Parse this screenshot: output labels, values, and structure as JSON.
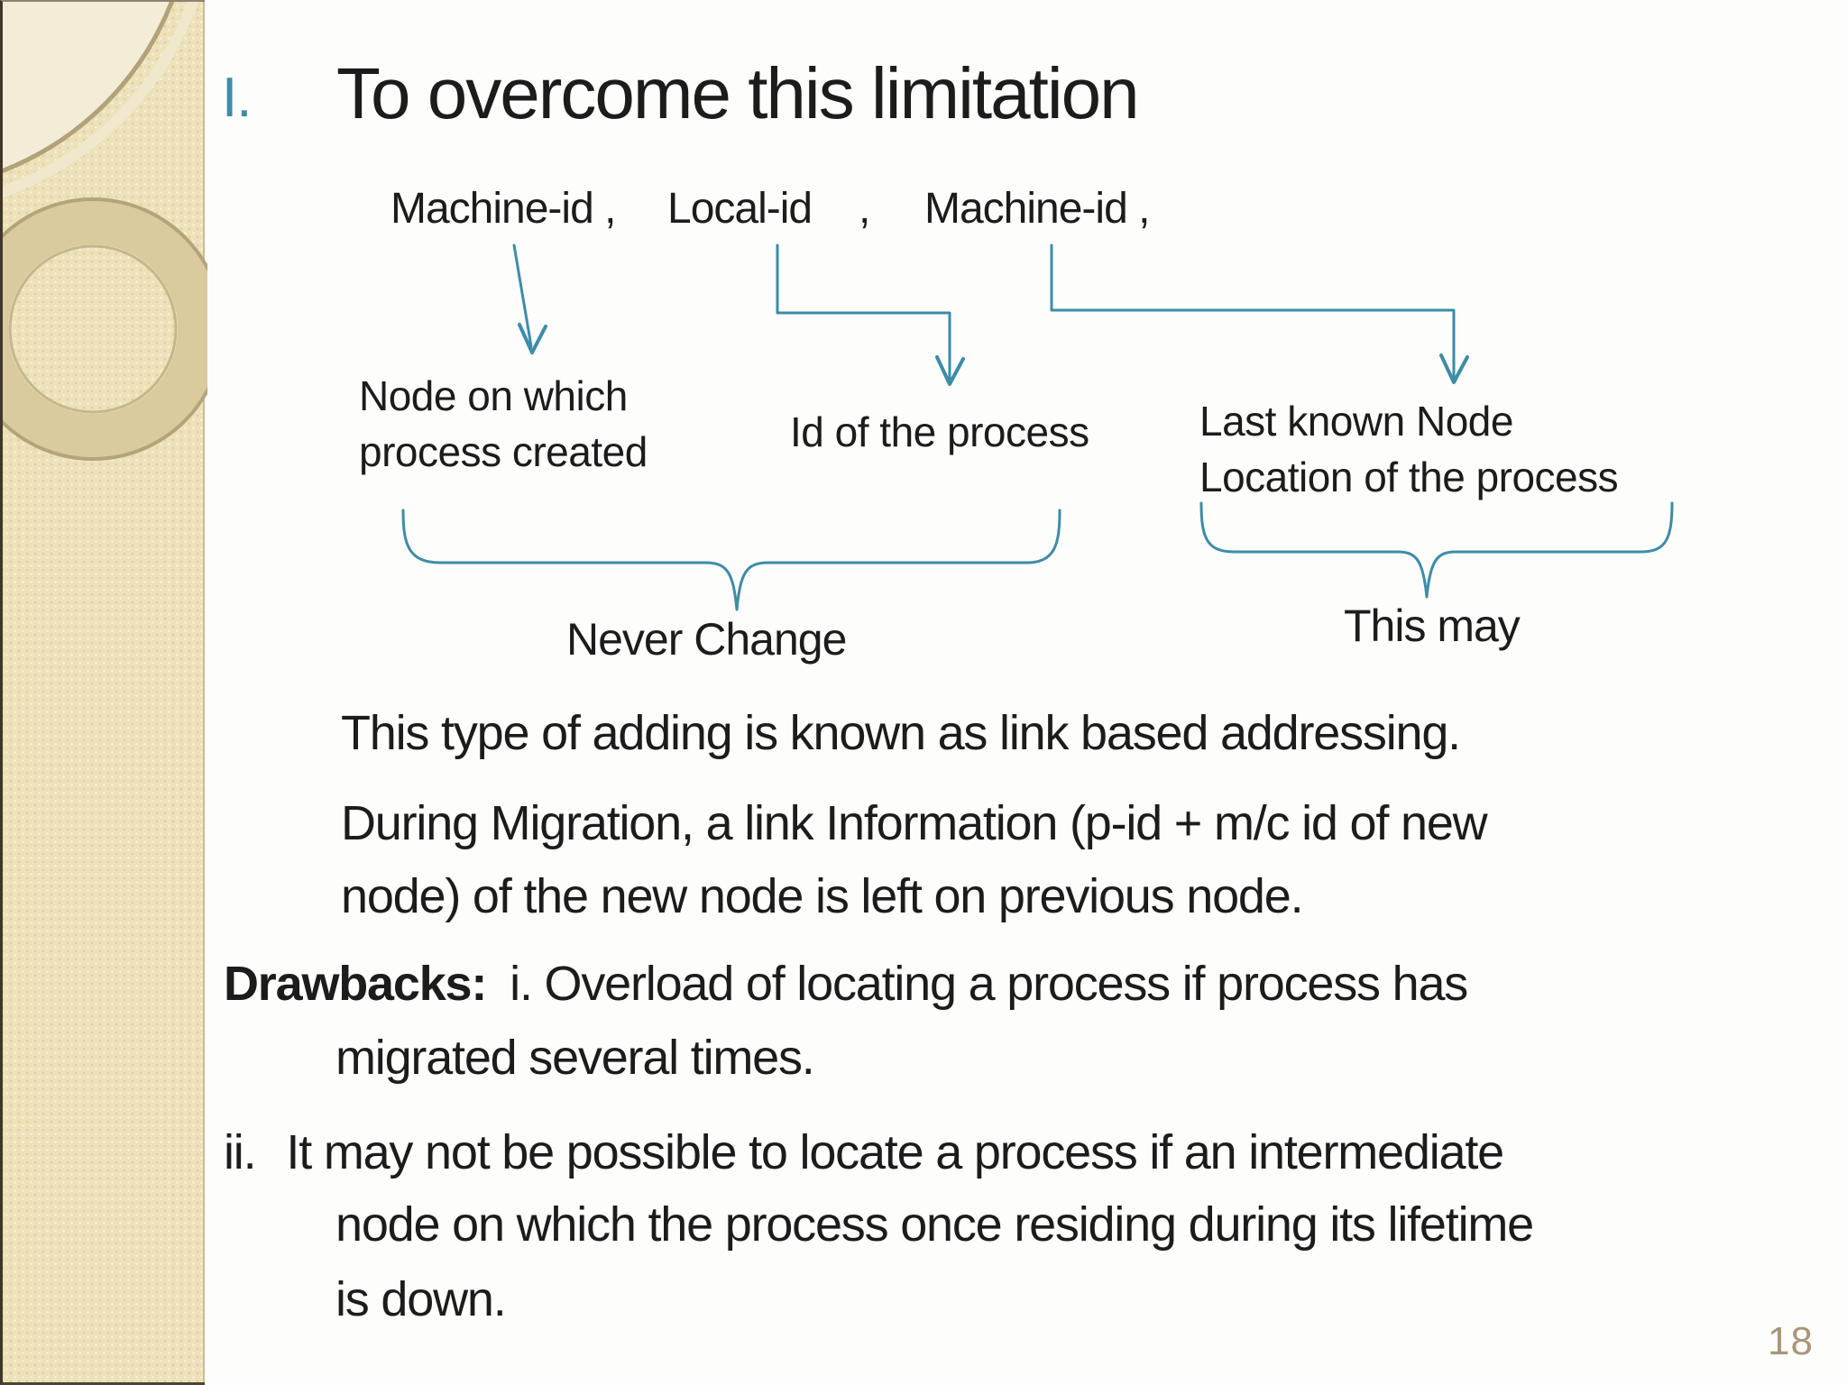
{
  "slide": {
    "number_label": "I.",
    "title": "To overcome this limitation",
    "page_number": "18"
  },
  "diagram": {
    "tuple": {
      "part1": "Machine-id ,",
      "part2": "Local-id",
      "comma2": ",",
      "part3": "Machine-id ,"
    },
    "labels": {
      "label1_line1": "Node on which",
      "label1_line2": "process created",
      "label2": "Id of the process",
      "label3_line1": "Last known Node",
      "label3_line2": "Location of the process"
    },
    "brace_captions": {
      "left": "Never Change",
      "right": "This may"
    }
  },
  "body": {
    "para1": "This type of adding is known as link based addressing.",
    "para2_line1": "During Migration, a link Information (p-id + m/c id of new",
    "para2_line2": "node) of the new node is left on previous node.",
    "drawbacks_label": "Drawbacks:",
    "drawback1_line1": "i.  Overload of locating a process if process has",
    "drawback1_line2": "migrated several times.",
    "drawback2_marker": "ii.",
    "drawback2_line1": "It may not be possible to locate a process if an intermediate",
    "drawback2_line2": "node on which the process once residing during its lifetime",
    "drawback2_line3": "is down."
  },
  "colors": {
    "accent": "#3d8ca8",
    "page_number": "#a89678",
    "sidebar_beige": "#ece1b9"
  }
}
